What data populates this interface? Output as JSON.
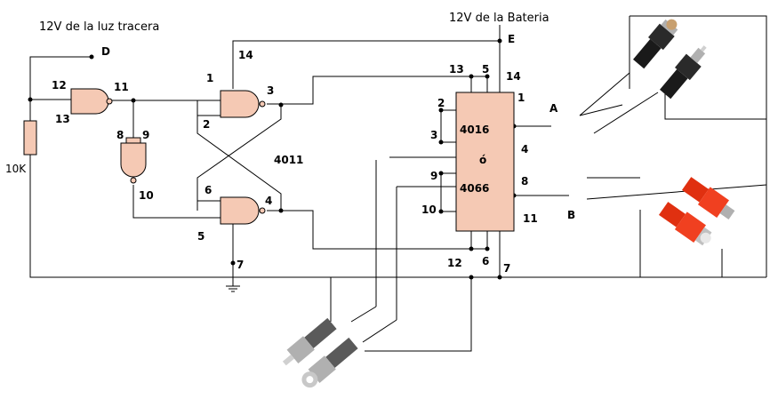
{
  "title_tail_light": "12V de la luz tracera",
  "title_battery": "12V de la Bateria",
  "terminal_d": "D",
  "terminal_e": "E",
  "terminal_a": "A",
  "terminal_b": "B",
  "resistor_label": "10K",
  "gate_ic_label": "4011",
  "switch_ic": {
    "line1": "4016",
    "line2": "ó",
    "line3": "4066"
  },
  "pins": {
    "p12": "12",
    "p13": "13",
    "p11": "11",
    "p8": "8",
    "p9": "9",
    "p10": "10",
    "g1_1": "1",
    "g1_2": "2",
    "g1_3": "3",
    "g1_14": "14",
    "g2_6": "6",
    "g2_4": "4",
    "g2_5": "5",
    "g2_7": "7",
    "s13": "13",
    "s5": "5",
    "s14": "14",
    "s2": "2",
    "s3": "3",
    "s9": "9",
    "s10": "10",
    "s1": "1",
    "s4": "4",
    "s8": "8",
    "s11": "11",
    "s12": "12",
    "s6": "6",
    "s7": "7"
  },
  "colors": {
    "gate_fill": "#f5c9b4",
    "wire": "#000000",
    "rca_red": "#e03010",
    "rca_black": "#1a1a1a",
    "rca_silver": "#b0b0b0"
  }
}
